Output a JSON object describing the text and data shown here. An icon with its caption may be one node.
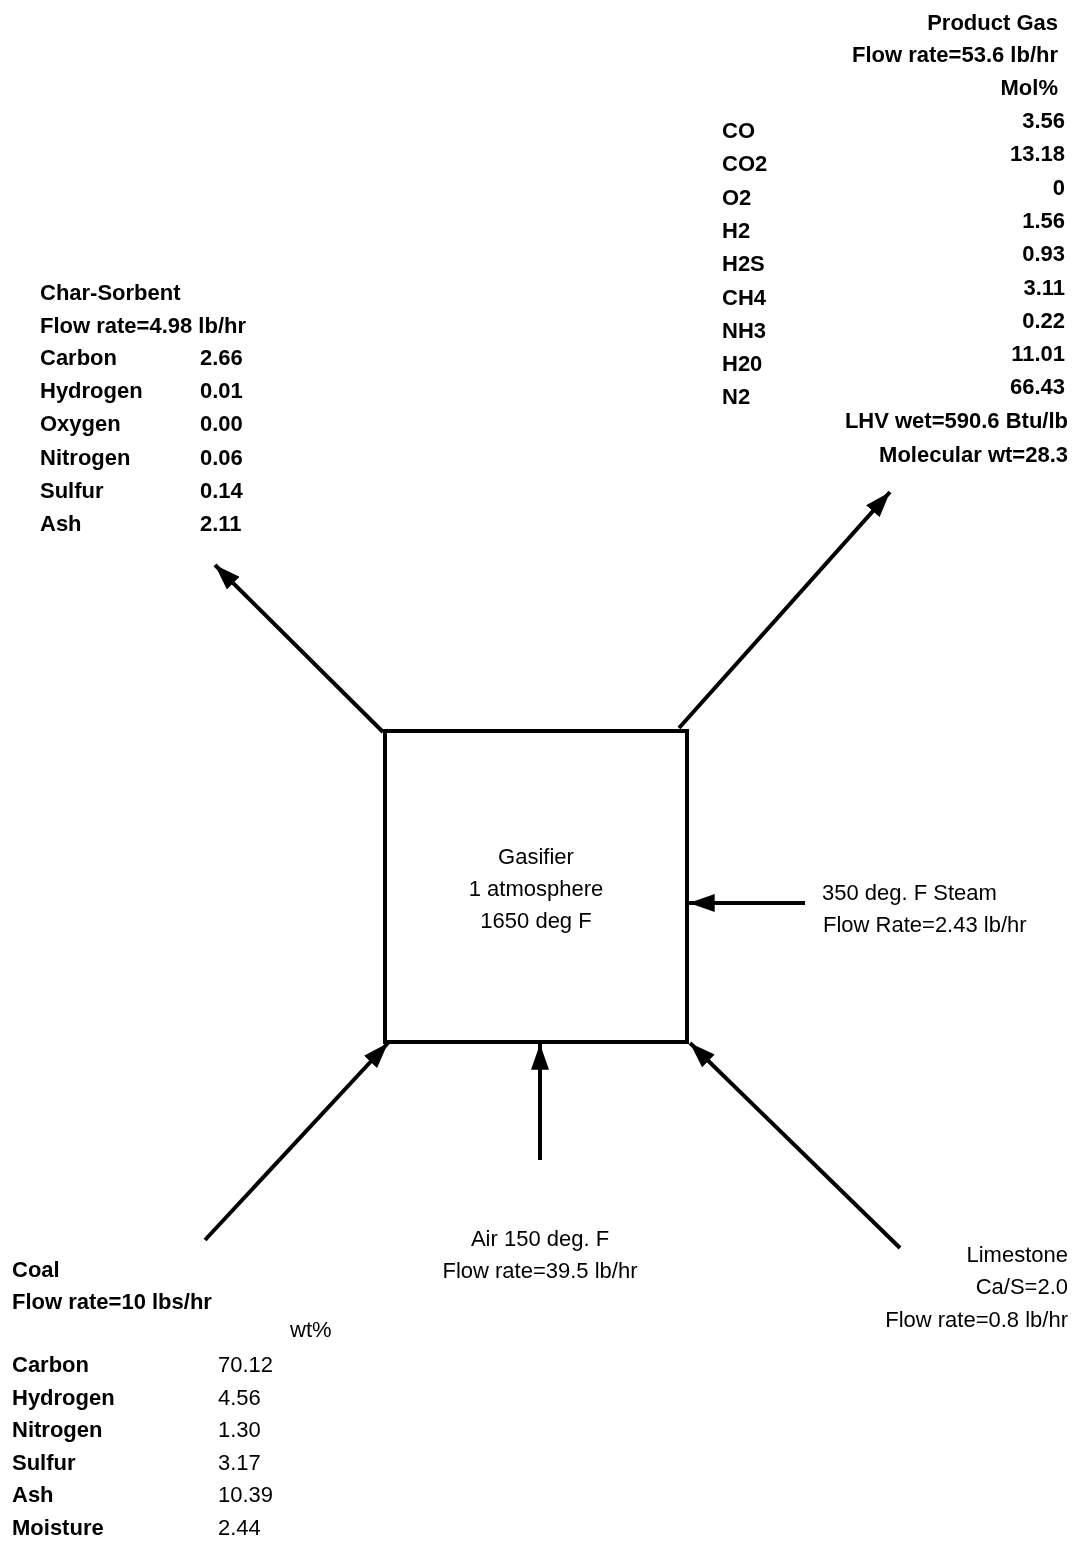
{
  "diagram": {
    "nodes": [
      {
        "text": [
          "Product Gas",
          "Flow rate=53.6 lb/hr"
        ]
      },
      {
        "text": [
          "Char-Sorbent",
          "Flow rate=4.98 lb/hr"
        ]
      },
      {
        "text": [
          "Gasifier",
          "1 atmosphere",
          "1650 deg F"
        ]
      },
      {
        "text": [
          "350 deg. F Steam",
          "Flow Rate=2.43 lb/hr"
        ]
      },
      {
        "text": [
          "Coal",
          "Flow rate=10 lbs/hr"
        ]
      },
      {
        "text": [
          "Air 150 deg. F",
          "Flow rate=39.5 lb/hr"
        ]
      },
      {
        "text": [
          "Limestone",
          "Ca/S=2.0",
          "Flow rate=0.8 lb/hr"
        ]
      }
    ],
    "edges": [
      {
        "from": 2,
        "to": 0,
        "arrow": "to"
      },
      {
        "from": 2,
        "to": 1,
        "arrow": "to"
      },
      {
        "from": 3,
        "to": 2,
        "arrow": "to"
      },
      {
        "from": 4,
        "to": 2,
        "arrow": "to"
      },
      {
        "from": 5,
        "to": 2,
        "arrow": "to"
      },
      {
        "from": 6,
        "to": 2,
        "arrow": "to"
      }
    ],
    "labels": [
      "Mol%",
      "CO",
      "3.56",
      "CO2",
      "13.18",
      "O2",
      "0",
      "H2",
      "1.56",
      "H2S",
      "0.93",
      "CH4",
      "3.11",
      "NH3",
      "0.22",
      "H20",
      "11.01",
      "N2",
      "66.43",
      "LHV wet=590.6 Btu/lb",
      "Molecular wt=28.3",
      "Carbon",
      "2.66",
      "Hydrogen",
      "0.01",
      "Oxygen",
      "0.00",
      "Nitrogen",
      "0.06",
      "Sulfur",
      "0.14",
      "Ash",
      "2.11",
      "wt%",
      "Carbon",
      "70.12",
      "Hydrogen",
      "4.56",
      "Nitrogen",
      "1.30",
      "Sulfur",
      "3.17",
      "Ash",
      "10.39",
      "Moisture",
      "2.44"
    ]
  }
}
